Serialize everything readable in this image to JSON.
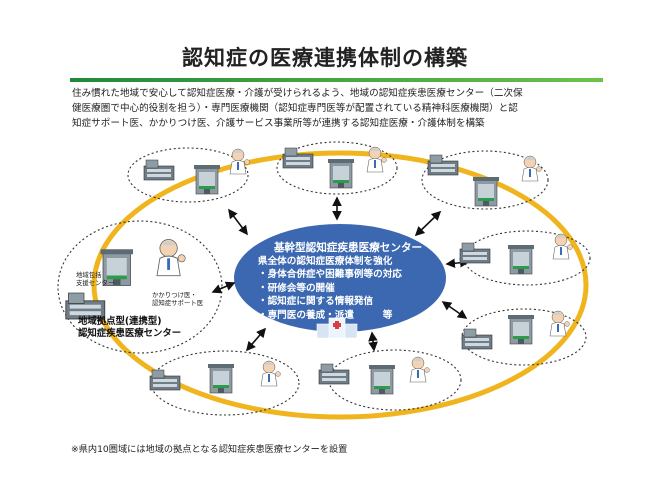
{
  "title": "認知症の医療連携体制の構築",
  "description": [
    "住み慣れた地域で安心して認知症医療・介護が受けられるよう、地域の認知症疾患医療センター（二次保",
    "健医療圏で中心的役割を担う）・専門医療機関（認知症専門医等が配置されている精神科医療機関）と認",
    "知症サポート医、かかりつけ医、介護サービス事業所等が連携する認知症医療・介護体制を構築"
  ],
  "center": {
    "title": "基幹型認知症疾患医療センター",
    "lines": [
      "県全体の認知症医療体制を強化",
      "・身体合併症や困難事例等の対応",
      "・研修会等の開催",
      "・認知症に関する情報発信",
      "・専門医の養成・派遣　　　等"
    ]
  },
  "region": {
    "label_line1": "地域拠点型(連携型)",
    "label_line2": "認知症疾患医療センター",
    "support_center": "地域包括\n支援センター",
    "doctor_label": "かかりつけ医・\n認知症サポート医"
  },
  "footnote": "※県内10圏域には地域の拠点となる認知症疾患医療センターを設置",
  "colors": {
    "ring": "#f0b51e",
    "center_fill": "#3c68b1",
    "title_rule": "#2a9a44",
    "building": "#7f8f99"
  }
}
